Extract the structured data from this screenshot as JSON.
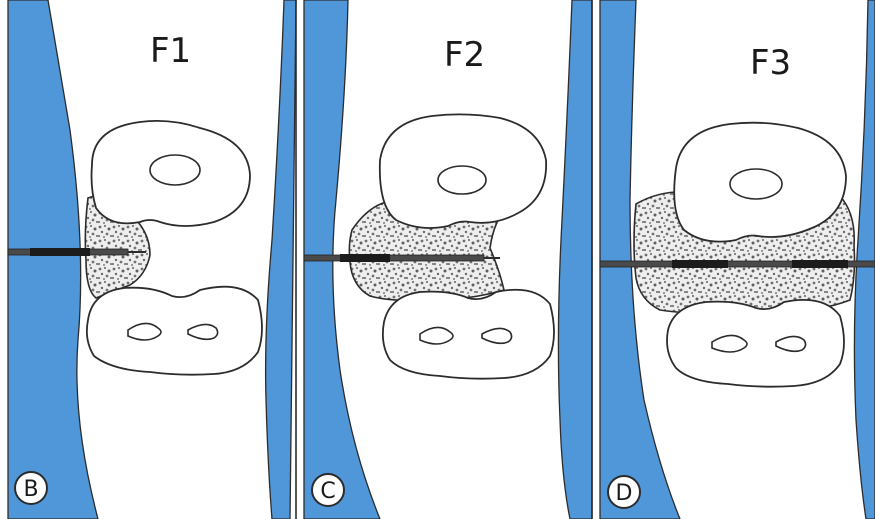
{
  "panels": [
    {
      "title": "F1",
      "letter": "B"
    },
    {
      "title": "F2",
      "letter": "C"
    },
    {
      "title": "F3",
      "letter": "D"
    }
  ],
  "colors": {
    "wall": "#4f97d8",
    "outline": "#2c2c2c",
    "background": "#ffffff",
    "graft": "#9a9a9a"
  }
}
